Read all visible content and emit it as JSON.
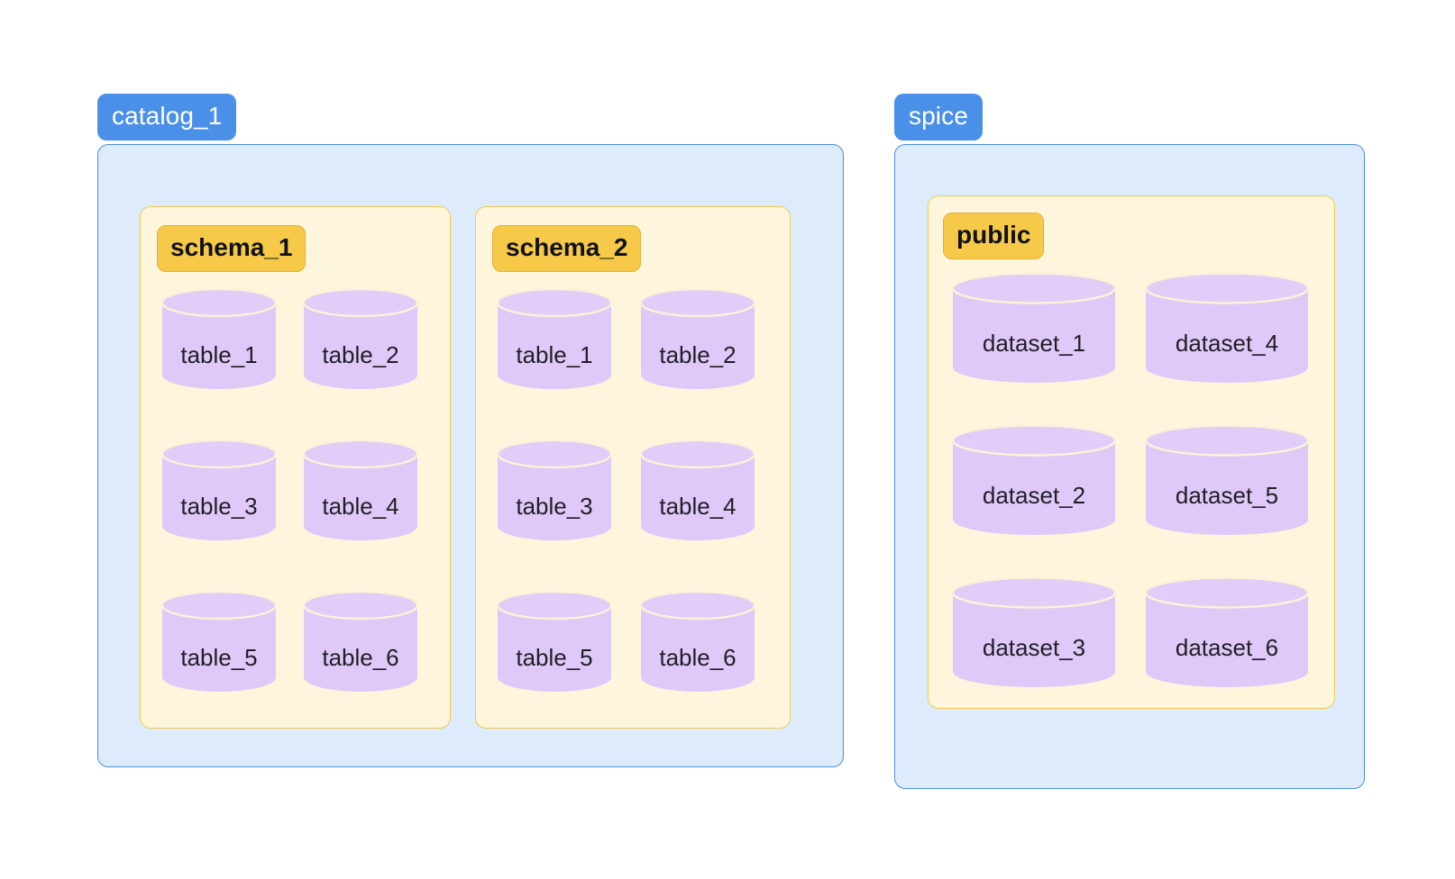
{
  "diagram": {
    "type": "nested-container-diagram",
    "background": "#ffffff",
    "colors": {
      "catalog_badge_bg": "#4a90e8",
      "catalog_badge_text": "#ffffff",
      "catalog_panel_bg": "#ddebfb",
      "catalog_panel_border": "#4a90e8",
      "schema_panel_bg": "#fdf6dc",
      "schema_panel_border": "#f2c94c",
      "schema_badge_bg": "#f7c948",
      "schema_badge_text": "#10121a",
      "cylinder_top": "#e0cdf8",
      "cylinder_body": "#dfc9f9",
      "cylinder_stroke": "#fbf3d8",
      "cylinder_label_text": "#201f26"
    }
  },
  "catalogs": [
    {
      "name": "catalog_1",
      "schemas": [
        {
          "name": "schema_1",
          "objects": [
            "table_1",
            "table_2",
            "table_3",
            "table_4",
            "table_5",
            "table_6"
          ]
        },
        {
          "name": "schema_2",
          "objects": [
            "table_1",
            "table_2",
            "table_3",
            "table_4",
            "table_5",
            "table_6"
          ]
        }
      ]
    },
    {
      "name": "spice",
      "schemas": [
        {
          "name": "public",
          "objects": [
            "dataset_1",
            "dataset_4",
            "dataset_2",
            "dataset_5",
            "dataset_3",
            "dataset_6"
          ]
        }
      ]
    }
  ]
}
